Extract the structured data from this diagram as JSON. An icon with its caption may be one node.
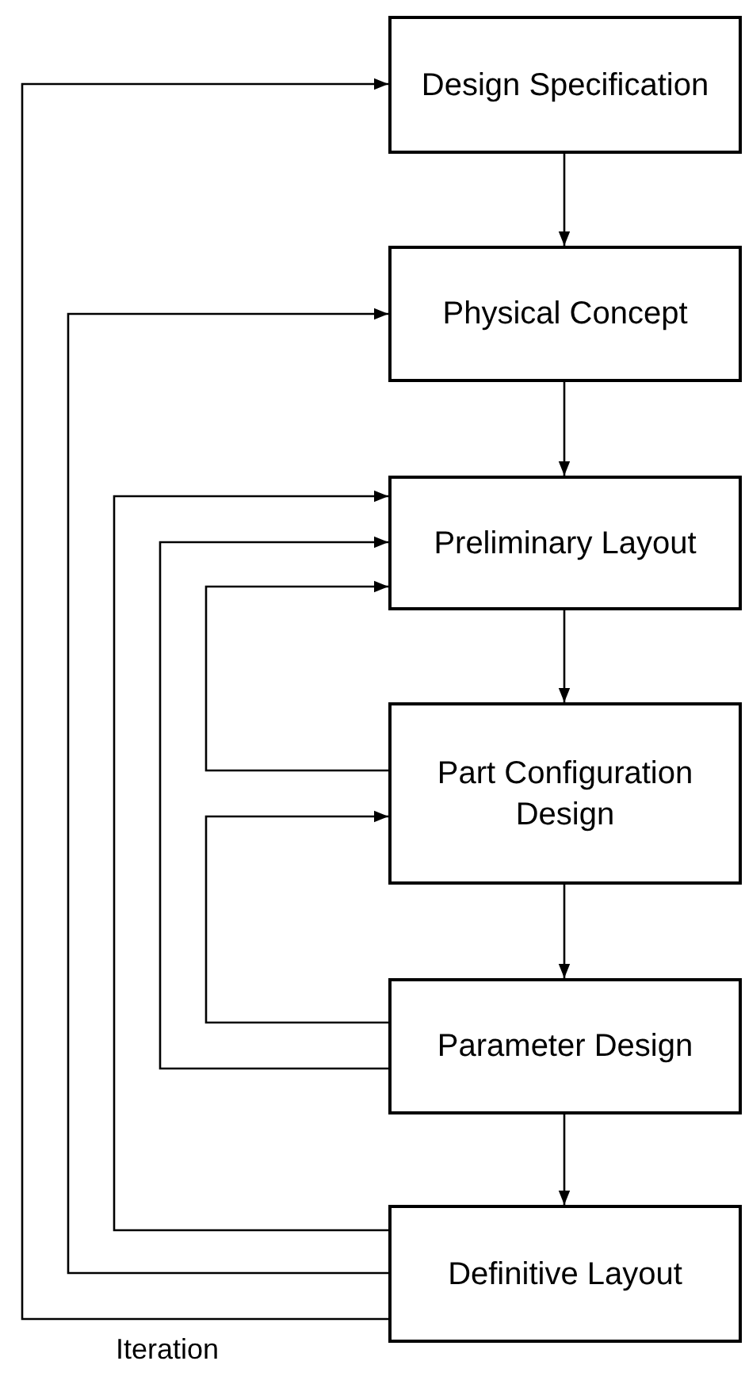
{
  "diagram": {
    "nodes": [
      {
        "text": [
          "Design Specification"
        ]
      },
      {
        "text": [
          "Physical Concept"
        ]
      },
      {
        "text": [
          "Preliminary Layout"
        ]
      },
      {
        "text": [
          "Part Configuration Design"
        ]
      },
      {
        "text": [
          "Parameter Design"
        ]
      },
      {
        "text": [
          "Definitive Layout"
        ]
      }
    ],
    "edges": [
      {
        "from": 0,
        "to": 1,
        "arrow": "to"
      },
      {
        "from": 1,
        "to": 2,
        "arrow": "to"
      },
      {
        "from": 2,
        "to": 3,
        "arrow": "to"
      },
      {
        "from": 3,
        "to": 4,
        "arrow": "to"
      },
      {
        "from": 4,
        "to": 5,
        "arrow": "to"
      },
      {
        "from": 5,
        "to": 0,
        "arrow": "to",
        "label": "Iteration"
      },
      {
        "from": 5,
        "to": 1,
        "arrow": "to"
      },
      {
        "from": 5,
        "to": 2,
        "arrow": "to"
      },
      {
        "from": 4,
        "to": 2,
        "arrow": "to"
      },
      {
        "from": 3,
        "to": 2,
        "arrow": "to"
      },
      {
        "from": 4,
        "to": 3,
        "arrow": "to"
      }
    ]
  }
}
